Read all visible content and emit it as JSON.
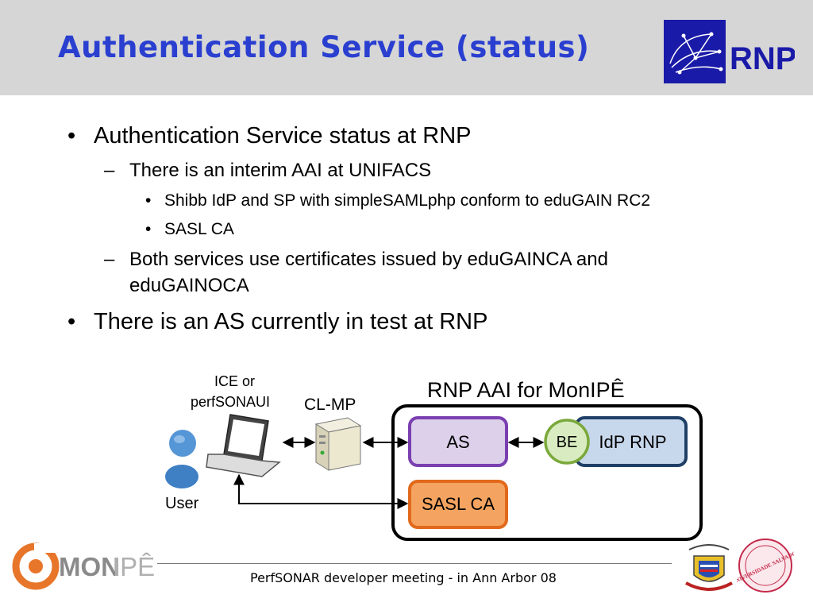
{
  "slide": {
    "title": "Authentication Service (status)"
  },
  "logos": {
    "rnp_text": "RNP",
    "monipe_text_a": "MON",
    "monipe_text_b": "IPÊ",
    "seal_text": "UNIVERSIDADE SALVADOR"
  },
  "bullets": {
    "b1": "Authentication Service status at RNP",
    "b1_1": "There is an interim AAI at UNIFACS",
    "b1_1_1": "Shibb IdP and SP with simpleSAMLphp conform to eduGAIN RC2",
    "b1_1_2": "SASL CA",
    "b1_2_line1": "Both services use certificates issued by eduGAINCA and",
    "b1_2_line2": "eduGAINOCA",
    "b2": "There is an AS currently in test at RNP",
    "bullet_glyph": "•",
    "dash_glyph": "–"
  },
  "diagram": {
    "client_label_line1": "ICE or",
    "client_label_line2": "perfSONAUI",
    "server_label": "CL-MP",
    "user_label": "User",
    "group_title": "RNP AAI for MonIPÊ",
    "as_label": "AS",
    "be_label": "BE",
    "idp_label": "IdP RNP",
    "sasl_label": "SASL CA"
  },
  "footer": {
    "text": "PerfSONAR developer meeting - in Ann Arbor 08"
  },
  "colors": {
    "title_blue": "#2a3fd0",
    "header_gray": "#d6d6d6",
    "rnp_blue": "#1a1aa8",
    "as_border": "#7a3fb0",
    "as_fill": "#dcd0ea",
    "be_border": "#7aa83a",
    "be_fill": "#d9ecc1",
    "idp_border": "#1f3f66",
    "idp_fill": "#c8d8ec",
    "sasl_border": "#e2691b",
    "sasl_fill": "#f4a460",
    "monipe_orange": "#e8762a"
  }
}
